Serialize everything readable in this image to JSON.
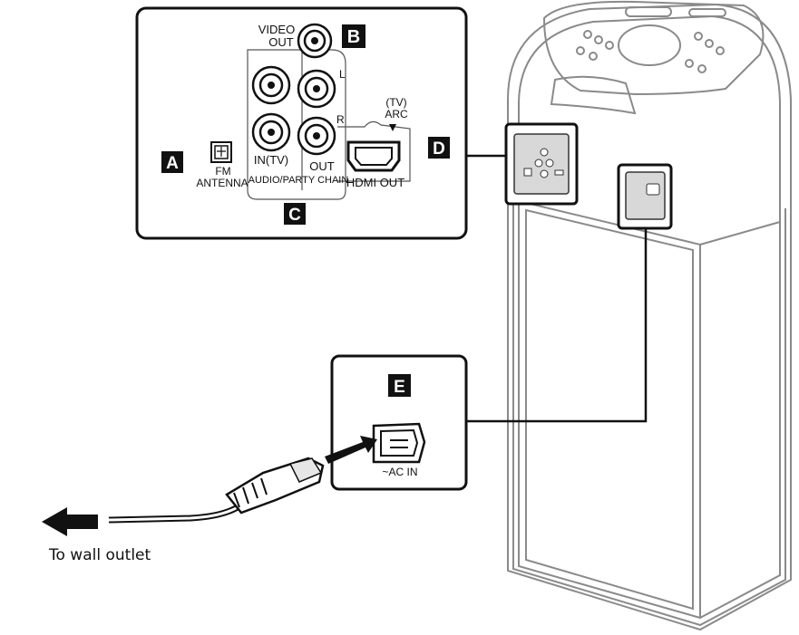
{
  "badges": {
    "a": "A",
    "b": "B",
    "c": "C",
    "d": "D",
    "e": "E"
  },
  "panel_labels": {
    "fm_line1": "FM",
    "fm_line2": "ANTENNA",
    "video_line1": "VIDEO",
    "video_line2": "OUT",
    "channel_l": "L",
    "channel_r": "R",
    "in_tv": "IN(TV)",
    "out": "OUT",
    "audio_party_chain": "AUDIO/PARTY CHAIN",
    "tv_line1": "(TV)",
    "tv_line2": "ARC",
    "hdmi_out": "HDMI OUT",
    "ac_in": "~AC IN"
  },
  "caption": "To wall outlet",
  "colors": {
    "badge": "#111111",
    "line": "#111111",
    "speaker_line": "#8a8a8a",
    "plug": "#333333"
  }
}
